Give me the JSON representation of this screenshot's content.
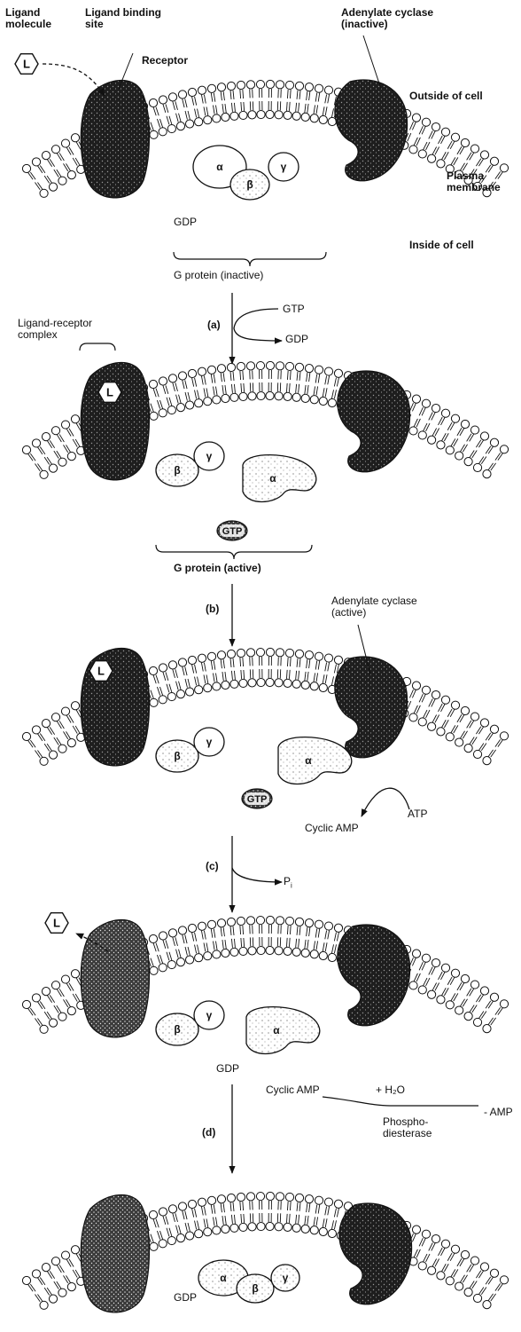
{
  "panel1": {
    "ligand_molecule": "Ligand\nmolecule",
    "ligand_binding_site": "Ligand binding\nsite",
    "receptor": "Receptor",
    "adenylate_cyclase_inactive": "Adenylate cyclase\n(inactive)",
    "outside_of_cell": "Outside of cell",
    "plasma_membrane": "Plasma\nmembrane",
    "inside_of_cell": "Inside of cell",
    "gdp": "GDP",
    "g_protein_inactive": "G protein (inactive)"
  },
  "step_a": {
    "label": "(a)",
    "in": "GTP",
    "out": "GDP"
  },
  "panel2": {
    "ligand_receptor_complex": "Ligand-receptor\ncomplex",
    "gtp": "GTP",
    "g_protein_active": "G protein (active)"
  },
  "step_b": {
    "label": "(b)"
  },
  "panel3": {
    "adenylate_cyclase_active": "Adenylate cyclase\n(active)",
    "gtp": "GTP",
    "atp": "ATP",
    "cyclic_amp": "Cyclic AMP"
  },
  "step_c": {
    "label": "(c)",
    "out": "P",
    "out_sub": "i"
  },
  "panel4": {
    "gdp": "GDP"
  },
  "step_d": {
    "label": "(d)",
    "cyclic_amp": "Cyclic AMP",
    "water": "+ H₂O",
    "enzyme": "Phospho-\ndiesterase",
    "product": "- AMP"
  },
  "panel5": {
    "gdp": "GDP"
  },
  "subunits": {
    "alpha": "α",
    "beta": "β",
    "gamma": "γ"
  },
  "ligand_symbol": "L"
}
